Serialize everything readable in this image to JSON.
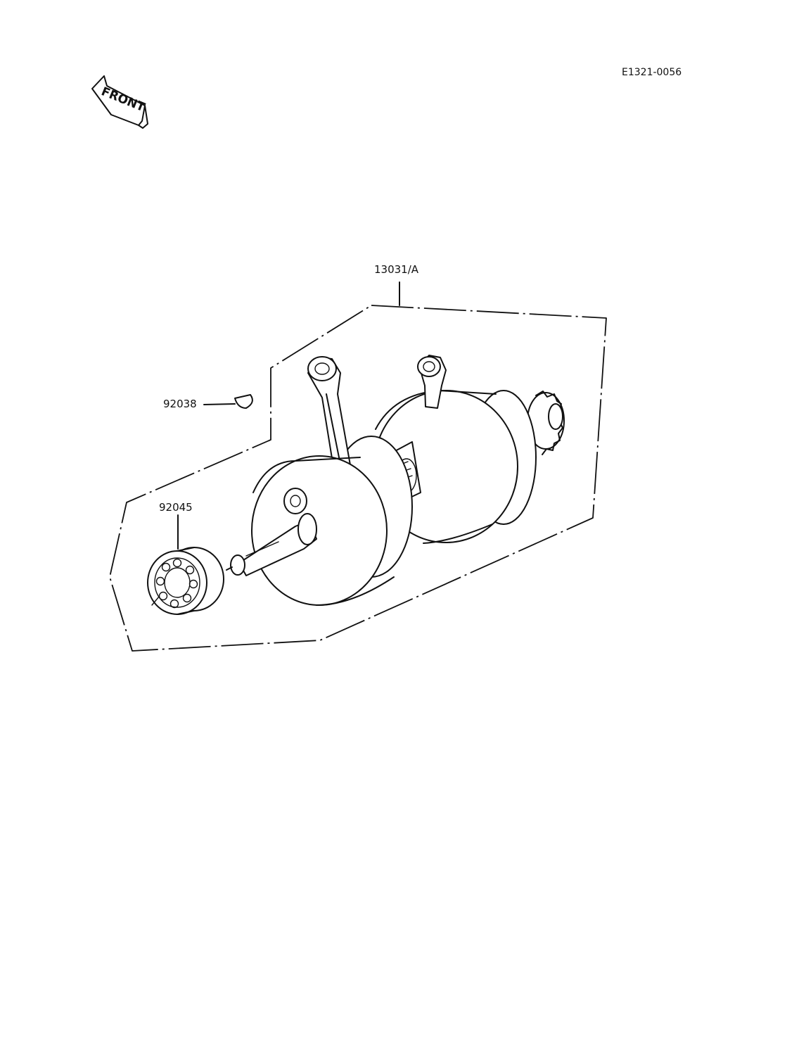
{
  "diagram_code": "E1321-0056",
  "front_arrow": {
    "label": "FRONT",
    "icon": "front-arrow-icon"
  },
  "callouts": [
    {
      "id": "assembly",
      "part_number": "13031/A"
    },
    {
      "id": "key",
      "part_number": "92038"
    },
    {
      "id": "bearing",
      "part_number": "92045"
    }
  ]
}
